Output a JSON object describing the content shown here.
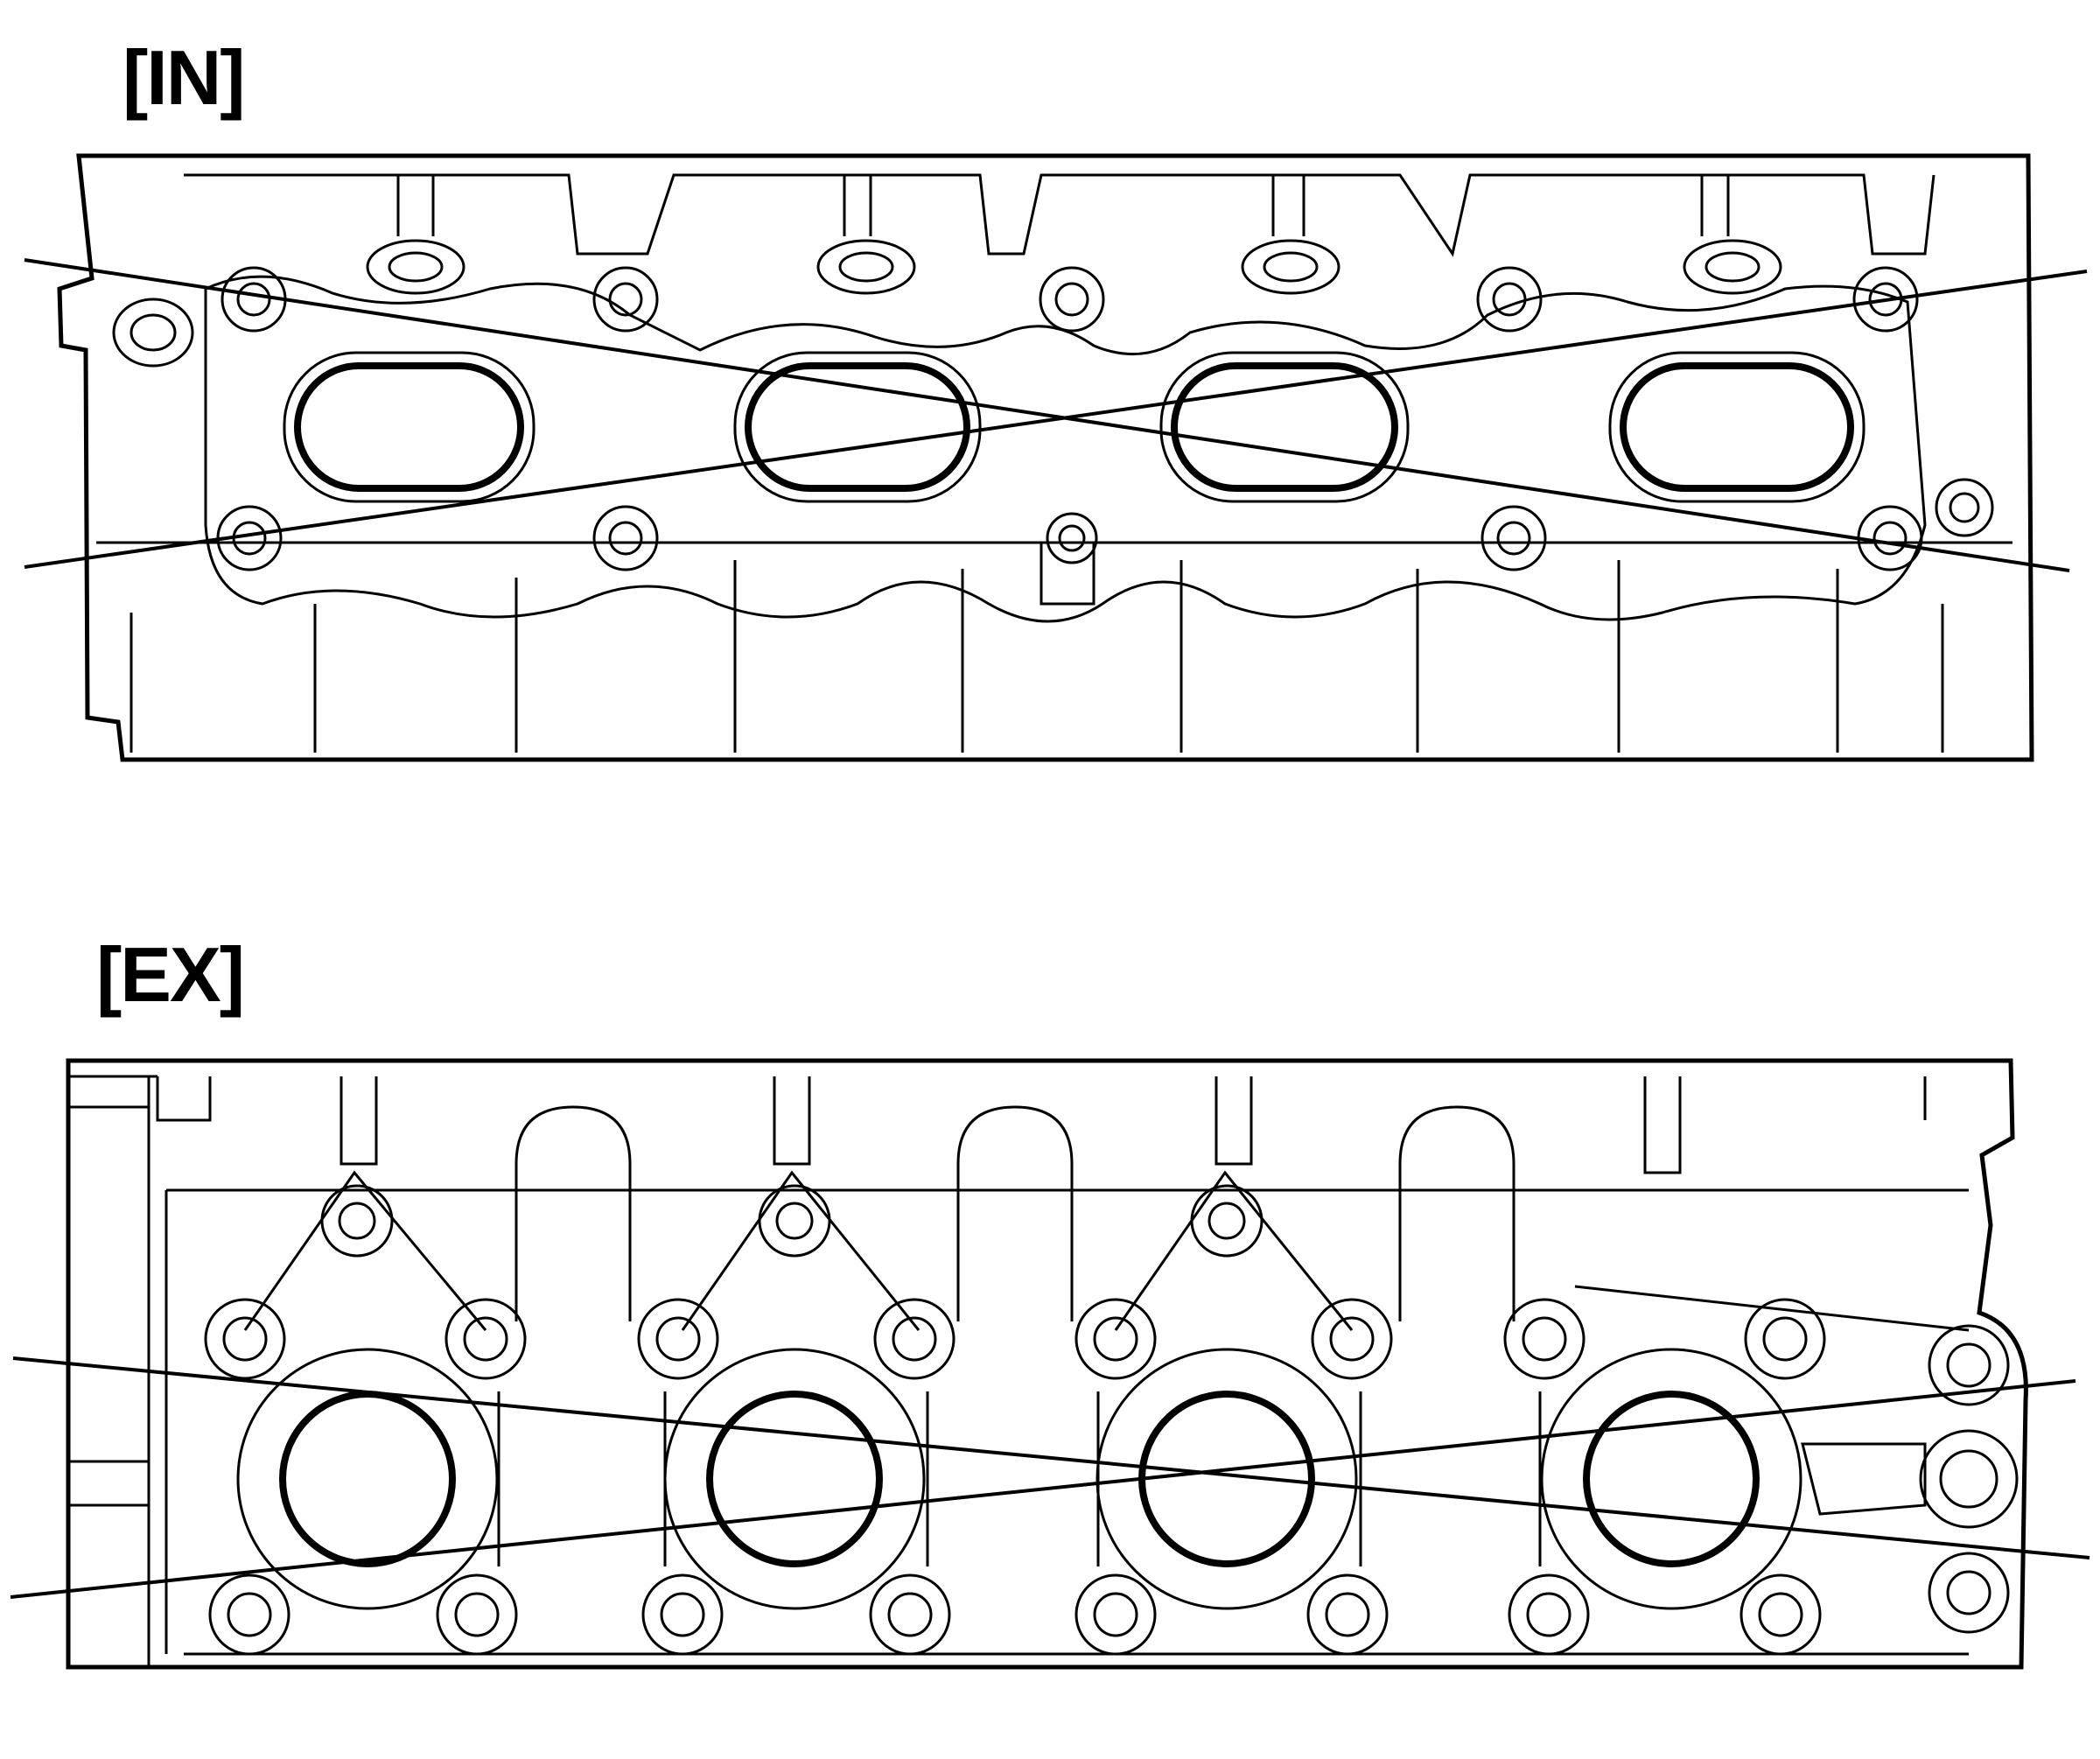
{
  "panels": [
    {
      "id": "intake",
      "label": "[IN]"
    },
    {
      "id": "exhaust",
      "label": "[EX]"
    }
  ],
  "colors": {
    "line": "#000000",
    "background": "#ffffff"
  }
}
